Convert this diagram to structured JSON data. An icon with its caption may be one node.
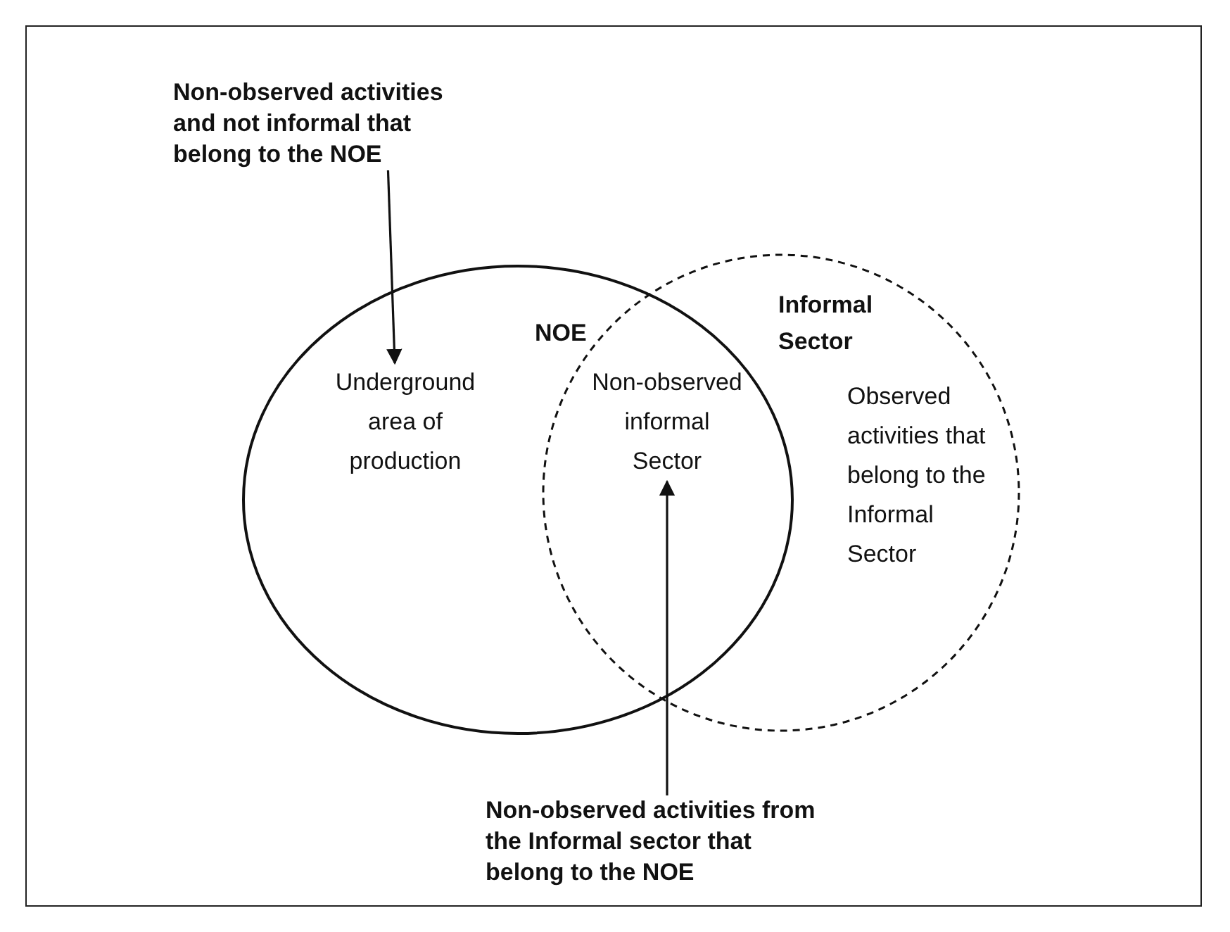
{
  "diagram": {
    "nodes": [
      {
        "text": [
          "Non-observed activities and not informal that belong to the NOE"
        ]
      },
      {
        "text": [
          "NOE"
        ]
      },
      {
        "text": [
          "Informal Sector"
        ]
      },
      {
        "text": [
          "Underground area of production"
        ],
        "in": 1
      },
      {
        "text": [
          "Non-observed informal Sector"
        ]
      },
      {
        "text": [
          "Observed activities that belong to the Informal Sector"
        ],
        "in": 2
      },
      {
        "text": [
          "Non-observed activities from the Informal sector that belong to the NOE"
        ]
      }
    ],
    "edges": [
      {
        "from": 0,
        "to": 3,
        "arrow": "to"
      },
      {
        "from": 6,
        "to": 4,
        "arrow": "to"
      }
    ]
  }
}
